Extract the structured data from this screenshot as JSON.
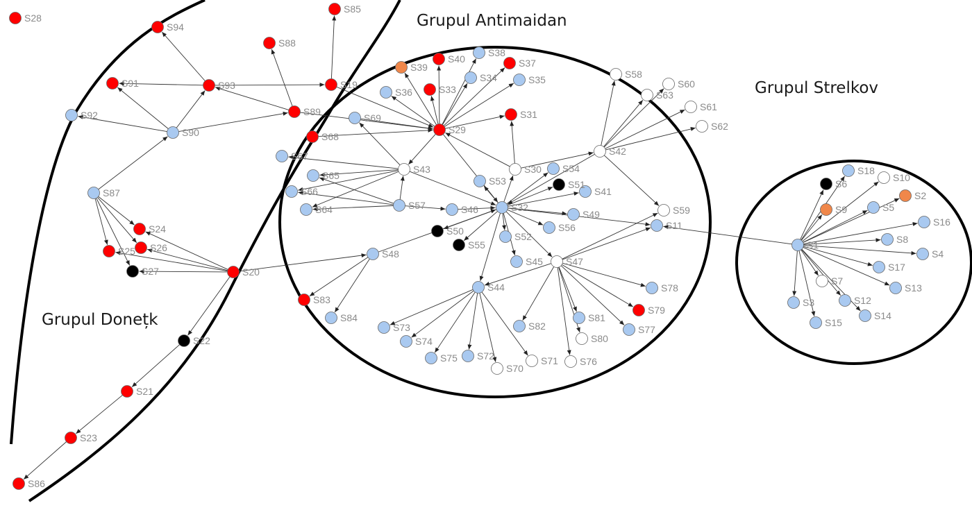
{
  "colors": {
    "red": "#ff0000",
    "blue": "#a9c9f0",
    "white": "#ffffff",
    "black": "#000000",
    "orange": "#f0874a"
  },
  "groups": [
    {
      "id": "doneck",
      "label": "Grupul Donețk"
    },
    {
      "id": "antimaidan",
      "label": "Grupul Antimaidan"
    },
    {
      "id": "strelkov",
      "label": "Grupul Strelkov"
    }
  ],
  "nodes": [
    {
      "id": "S1",
      "color": "blue"
    },
    {
      "id": "S2",
      "color": "orange"
    },
    {
      "id": "S3",
      "color": "blue"
    },
    {
      "id": "S4",
      "color": "blue"
    },
    {
      "id": "S5",
      "color": "blue"
    },
    {
      "id": "S6",
      "color": "black"
    },
    {
      "id": "S7",
      "color": "white"
    },
    {
      "id": "S8",
      "color": "blue"
    },
    {
      "id": "S9",
      "color": "orange"
    },
    {
      "id": "S10",
      "color": "white"
    },
    {
      "id": "S11",
      "color": "blue"
    },
    {
      "id": "S12",
      "color": "blue"
    },
    {
      "id": "S13",
      "color": "blue"
    },
    {
      "id": "S14",
      "color": "blue"
    },
    {
      "id": "S15",
      "color": "blue"
    },
    {
      "id": "S16",
      "color": "blue"
    },
    {
      "id": "S17",
      "color": "blue"
    },
    {
      "id": "S18",
      "color": "blue"
    },
    {
      "id": "S19",
      "color": "red"
    },
    {
      "id": "S20",
      "color": "red"
    },
    {
      "id": "S21",
      "color": "red"
    },
    {
      "id": "S22",
      "color": "black"
    },
    {
      "id": "S23",
      "color": "red"
    },
    {
      "id": "S24",
      "color": "red"
    },
    {
      "id": "S25",
      "color": "red"
    },
    {
      "id": "S26",
      "color": "red"
    },
    {
      "id": "S27",
      "color": "black"
    },
    {
      "id": "S28",
      "color": "red"
    },
    {
      "id": "S29",
      "color": "red"
    },
    {
      "id": "S30",
      "color": "white"
    },
    {
      "id": "S31",
      "color": "red"
    },
    {
      "id": "S32",
      "color": "blue"
    },
    {
      "id": "S33",
      "color": "red"
    },
    {
      "id": "S34",
      "color": "blue"
    },
    {
      "id": "S35",
      "color": "blue"
    },
    {
      "id": "S36",
      "color": "blue"
    },
    {
      "id": "S37",
      "color": "red"
    },
    {
      "id": "S38",
      "color": "blue"
    },
    {
      "id": "S39",
      "color": "orange"
    },
    {
      "id": "S40",
      "color": "red"
    },
    {
      "id": "S41",
      "color": "blue"
    },
    {
      "id": "S42",
      "color": "white"
    },
    {
      "id": "S43",
      "color": "white"
    },
    {
      "id": "S44",
      "color": "blue"
    },
    {
      "id": "S45",
      "color": "blue"
    },
    {
      "id": "S46",
      "color": "blue"
    },
    {
      "id": "S47",
      "color": "white"
    },
    {
      "id": "S48",
      "color": "blue"
    },
    {
      "id": "S49",
      "color": "blue"
    },
    {
      "id": "S50",
      "color": "black"
    },
    {
      "id": "S51",
      "color": "black"
    },
    {
      "id": "S52",
      "color": "blue"
    },
    {
      "id": "S53",
      "color": "blue"
    },
    {
      "id": "S54",
      "color": "blue"
    },
    {
      "id": "S55",
      "color": "black"
    },
    {
      "id": "S56",
      "color": "blue"
    },
    {
      "id": "S57",
      "color": "blue"
    },
    {
      "id": "S58",
      "color": "white"
    },
    {
      "id": "S59",
      "color": "white"
    },
    {
      "id": "S60",
      "color": "white"
    },
    {
      "id": "S61",
      "color": "white"
    },
    {
      "id": "S62",
      "color": "white"
    },
    {
      "id": "S63",
      "color": "white"
    },
    {
      "id": "S64",
      "color": "blue"
    },
    {
      "id": "S65",
      "color": "blue"
    },
    {
      "id": "S66",
      "color": "blue"
    },
    {
      "id": "S67",
      "color": "blue"
    },
    {
      "id": "S68",
      "color": "red"
    },
    {
      "id": "S69",
      "color": "blue"
    },
    {
      "id": "S70",
      "color": "white"
    },
    {
      "id": "S71",
      "color": "white"
    },
    {
      "id": "S72",
      "color": "blue"
    },
    {
      "id": "S73",
      "color": "blue"
    },
    {
      "id": "S74",
      "color": "blue"
    },
    {
      "id": "S75",
      "color": "blue"
    },
    {
      "id": "S76",
      "color": "white"
    },
    {
      "id": "S77",
      "color": "blue"
    },
    {
      "id": "S78",
      "color": "blue"
    },
    {
      "id": "S79",
      "color": "red"
    },
    {
      "id": "S80",
      "color": "white"
    },
    {
      "id": "S81",
      "color": "blue"
    },
    {
      "id": "S82",
      "color": "blue"
    },
    {
      "id": "S83",
      "color": "red"
    },
    {
      "id": "S84",
      "color": "blue"
    },
    {
      "id": "S85",
      "color": "red"
    },
    {
      "id": "S86",
      "color": "red"
    },
    {
      "id": "S87",
      "color": "blue"
    },
    {
      "id": "S88",
      "color": "red"
    },
    {
      "id": "S89",
      "color": "red"
    },
    {
      "id": "S90",
      "color": "blue"
    },
    {
      "id": "S91",
      "color": "red"
    },
    {
      "id": "S92",
      "color": "blue"
    },
    {
      "id": "S93",
      "color": "red"
    },
    {
      "id": "S94",
      "color": "red"
    }
  ],
  "edges": [
    [
      "S20",
      "S24"
    ],
    [
      "S20",
      "S25"
    ],
    [
      "S20",
      "S26"
    ],
    [
      "S20",
      "S27"
    ],
    [
      "S20",
      "S22"
    ],
    [
      "S20",
      "S48"
    ],
    [
      "S22",
      "S21"
    ],
    [
      "S21",
      "S23"
    ],
    [
      "S23",
      "S86"
    ],
    [
      "S87",
      "S24"
    ],
    [
      "S87",
      "S25"
    ],
    [
      "S87",
      "S26"
    ],
    [
      "S87",
      "S27"
    ],
    [
      "S87",
      "S90"
    ],
    [
      "S90",
      "S91"
    ],
    [
      "S90",
      "S92"
    ],
    [
      "S90",
      "S93"
    ],
    [
      "S90",
      "S89"
    ],
    [
      "S93",
      "S94"
    ],
    [
      "S93",
      "S91"
    ],
    [
      "S93",
      "S19"
    ],
    [
      "S89",
      "S88"
    ],
    [
      "S89",
      "S93"
    ],
    [
      "S89",
      "S29"
    ],
    [
      "S19",
      "S85"
    ],
    [
      "S19",
      "S29"
    ],
    [
      "S29",
      "S36"
    ],
    [
      "S29",
      "S39"
    ],
    [
      "S29",
      "S33"
    ],
    [
      "S29",
      "S40"
    ],
    [
      "S29",
      "S34"
    ],
    [
      "S29",
      "S38"
    ],
    [
      "S29",
      "S37"
    ],
    [
      "S29",
      "S35"
    ],
    [
      "S29",
      "S31"
    ],
    [
      "S29",
      "S32"
    ],
    [
      "S29",
      "S43"
    ],
    [
      "S69",
      "S29"
    ],
    [
      "S68",
      "S29"
    ],
    [
      "S30",
      "S31"
    ],
    [
      "S30",
      "S29"
    ],
    [
      "S43",
      "S67"
    ],
    [
      "S43",
      "S65"
    ],
    [
      "S43",
      "S66"
    ],
    [
      "S43",
      "S64"
    ],
    [
      "S43",
      "S69"
    ],
    [
      "S43",
      "S32"
    ],
    [
      "S57",
      "S43"
    ],
    [
      "S57",
      "S65"
    ],
    [
      "S57",
      "S66"
    ],
    [
      "S57",
      "S64"
    ],
    [
      "S57",
      "S46"
    ],
    [
      "S32",
      "S53"
    ],
    [
      "S32",
      "S30"
    ],
    [
      "S32",
      "S54"
    ],
    [
      "S32",
      "S51"
    ],
    [
      "S32",
      "S41"
    ],
    [
      "S32",
      "S49"
    ],
    [
      "S32",
      "S56"
    ],
    [
      "S32",
      "S52"
    ],
    [
      "S32",
      "S45"
    ],
    [
      "S32",
      "S44"
    ],
    [
      "S32",
      "S47"
    ],
    [
      "S32",
      "S50"
    ],
    [
      "S32",
      "S55"
    ],
    [
      "S46",
      "S32"
    ],
    [
      "S48",
      "S32"
    ],
    [
      "S48",
      "S83"
    ],
    [
      "S48",
      "S84"
    ],
    [
      "S30",
      "S42"
    ],
    [
      "S42",
      "S58"
    ],
    [
      "S42",
      "S63"
    ],
    [
      "S42",
      "S60"
    ],
    [
      "S42",
      "S61"
    ],
    [
      "S42",
      "S62"
    ],
    [
      "S42",
      "S59"
    ],
    [
      "S42",
      "S32"
    ],
    [
      "S47",
      "S44"
    ],
    [
      "S47",
      "S11"
    ],
    [
      "S47",
      "S78"
    ],
    [
      "S47",
      "S79"
    ],
    [
      "S47",
      "S77"
    ],
    [
      "S47",
      "S80"
    ],
    [
      "S47",
      "S81"
    ],
    [
      "S47",
      "S82"
    ],
    [
      "S47",
      "S59"
    ],
    [
      "S47",
      "S76"
    ],
    [
      "S44",
      "S73"
    ],
    [
      "S44",
      "S74"
    ],
    [
      "S44",
      "S75"
    ],
    [
      "S44",
      "S72"
    ],
    [
      "S44",
      "S70"
    ],
    [
      "S44",
      "S71"
    ],
    [
      "S32",
      "S11"
    ],
    [
      "S1",
      "S6"
    ],
    [
      "S1",
      "S18"
    ],
    [
      "S1",
      "S10"
    ],
    [
      "S1",
      "S9"
    ],
    [
      "S1",
      "S5"
    ],
    [
      "S1",
      "S2"
    ],
    [
      "S1",
      "S16"
    ],
    [
      "S1",
      "S8"
    ],
    [
      "S1",
      "S4"
    ],
    [
      "S1",
      "S17"
    ],
    [
      "S1",
      "S13"
    ],
    [
      "S1",
      "S7"
    ],
    [
      "S1",
      "S12"
    ],
    [
      "S1",
      "S14"
    ],
    [
      "S1",
      "S3"
    ],
    [
      "S1",
      "S15"
    ],
    [
      "S1",
      "S11"
    ]
  ]
}
